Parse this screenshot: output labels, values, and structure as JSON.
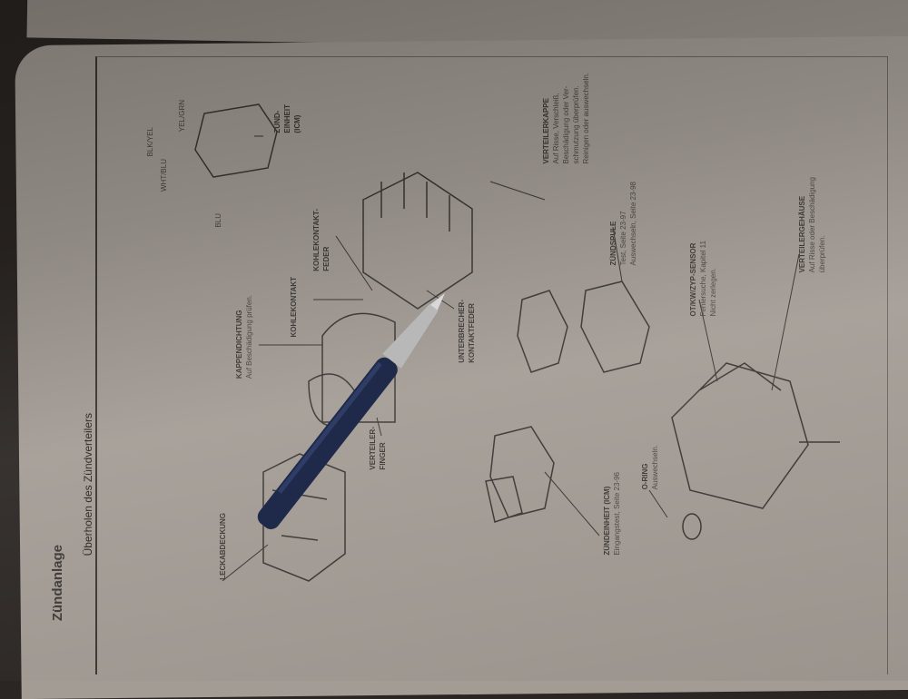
{
  "header": {
    "section": "Zündanlage",
    "title": "Überholen des Zündverteilers"
  },
  "labels": {
    "leak_cover": {
      "title": "LECKABDECKUNG"
    },
    "rotor": {
      "title": "VERTEILER-",
      "title2": "FINGER"
    },
    "cap_seal": {
      "title": "KAPPENDICHTUNG",
      "note": "Auf Beschädigung prüfen."
    },
    "carbon": {
      "title": "KOHLEKONTAKT"
    },
    "carbon_spring": {
      "title": "KOHLEKONTAKT-",
      "title2": "FEDER"
    },
    "breaker_spring": {
      "title": "UNTERBRECHER-",
      "title2": "KONTAKTFEDER"
    },
    "cap": {
      "title": "VERTEILERKAPPE",
      "lines": [
        "Auf Risse, Verschleiß,",
        "Beschädigung oder Ver-",
        "schmutzung überprüfen.",
        "Reinigen oder auswechseln."
      ]
    },
    "coil": {
      "title": "ZÜNDSPULE",
      "lines": [
        "Test, Seite 23-97",
        "Auswechseln, Seite 23-98"
      ]
    },
    "icm": {
      "title": "ZÜNDEINHEIT (ICM)",
      "lines": [
        "Eingangstest, Seite 23-96"
      ]
    },
    "oring": {
      "title": "O-RING",
      "lines": [
        "Auswechseln."
      ]
    },
    "sensor": {
      "title": "OT/KW/ZYP-SENSOR",
      "lines": [
        "Fehlersuche, Kapitel 11",
        "Nicht zerlegen."
      ]
    },
    "housing": {
      "title": "VERTEILERGEHÄUSE",
      "lines": [
        "Auf Risse oder Beschädigung",
        "überprüfen."
      ]
    },
    "icm_top": {
      "title": "ZÜND-",
      "title2": "EINHEIT",
      "title3": "(ICM)"
    },
    "wires": [
      "BLK/YEL",
      "WHT/BLU",
      "BLU",
      "YEL/GRN"
    ]
  },
  "colors": {
    "paper": "#a39c95",
    "ink": "#3c3835",
    "pen_body": "#1f2a4a",
    "pen_tip": "#b8b8b8"
  }
}
